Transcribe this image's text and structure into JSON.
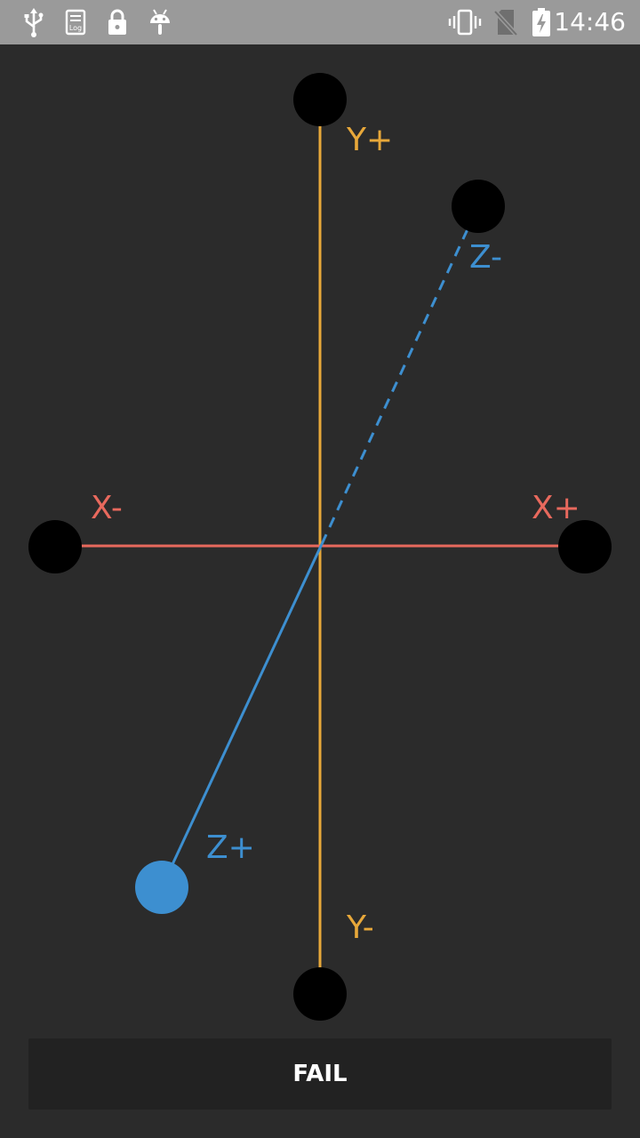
{
  "status_bar": {
    "time": "14:46",
    "left_icons": [
      "usb-icon",
      "log-icon",
      "lock-icon",
      "android-icon"
    ],
    "right_icons": [
      "vibrate-icon",
      "no-sim-icon",
      "battery-charging-icon"
    ]
  },
  "axes": {
    "x_plus": "X+",
    "x_minus": "X-",
    "y_plus": "Y+",
    "y_minus": "Y-",
    "z_plus": "Z+",
    "z_minus": "Z-"
  },
  "colors": {
    "background": "#2b2b2b",
    "status_bar": "#9a9a9a",
    "x_axis": "#e8695d",
    "y_axis": "#e8a83a",
    "z_axis": "#3d8fd0",
    "target": "#000000",
    "indicator": "#3d8fd0",
    "button": "#222222"
  },
  "fail_button": {
    "label": "FAIL"
  }
}
